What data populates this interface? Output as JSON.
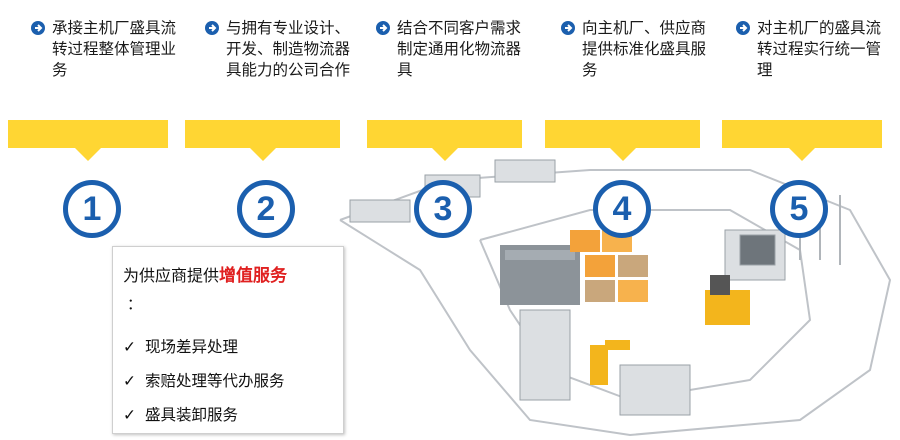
{
  "columns": [
    {
      "text": "承接主机厂盛具流转过程整体管理业务",
      "number": "1"
    },
    {
      "text": "与拥有专业设计、开发、制造物流器具能力的公司合作",
      "number": "2"
    },
    {
      "text": "结合不同客户需求制定通用化物流器具",
      "number": "3"
    },
    {
      "text": "向主机厂、供应商提供标准化盛具服务",
      "number": "4"
    },
    {
      "text": "对主机厂的盛具流转过程实行统一管理",
      "number": "5"
    }
  ],
  "services": {
    "title_prefix": "为供应商提供",
    "title_highlight": "增值服务",
    "colon": "：",
    "items": [
      "现场差异处理",
      "索赔处理等代办服务",
      "盛具装卸服务"
    ],
    "check_mark": "✓"
  },
  "colors": {
    "banner": "#ffd633",
    "circle": "#1b5fae",
    "highlight": "#e02020",
    "arrow_icon": "#1b5fae"
  }
}
